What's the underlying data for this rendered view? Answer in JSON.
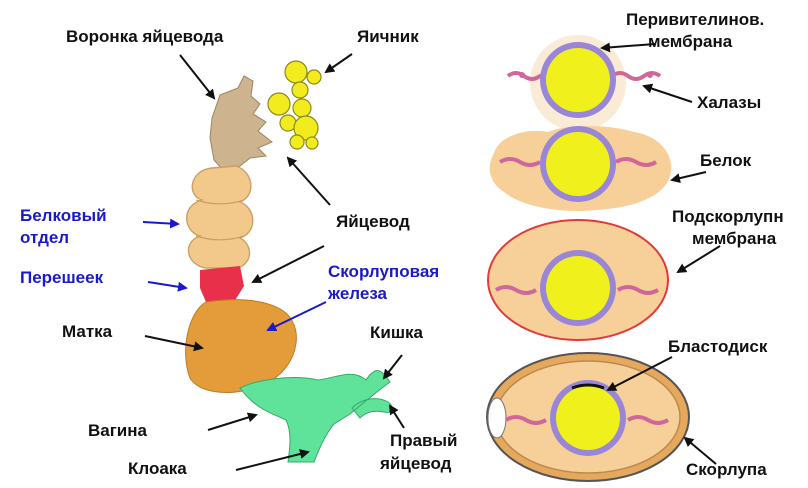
{
  "diagram": {
    "colors": {
      "ovary": "#f2ec1e",
      "infundibulum": "#cdb48f",
      "magnum": "#f3c98b",
      "isthmus": "#e8304a",
      "uterus": "#e49c3a",
      "vagina_cloaca": "#5fe39a",
      "albumen": "#f7cf99",
      "membrane": "#9a86d6",
      "yolk": "#f0f01c",
      "chalaza": "#d0679a",
      "shell_membrane_line": "#e23a3a",
      "shell_outline": "#555555",
      "blue_label": "#1a1acc"
    },
    "labels": {
      "infundibulum": "Воронка яйцевода",
      "ovary": "Яичник",
      "magnum_line1": "Белковый",
      "magnum_line2": "отдел",
      "isthmus": "Перешеек",
      "oviduct": "Яйцевод",
      "shell_gland_line1": "Скорлуповая",
      "shell_gland_line2": "железа",
      "uterus": "Матка",
      "intestine": "Кишка",
      "vagina": "Вагина",
      "right_oviduct_line1": "Правый",
      "right_oviduct_line2": "яйцевод",
      "cloaca": "Клоака",
      "vitelline_line1": "Перивителинов.",
      "vitelline_line2": "мембрана",
      "chalazae": "Халазы",
      "albumen": "Белок",
      "shell_membrane_line1": "Подскорлупн",
      "shell_membrane_line2": "мембрана",
      "blastodisc": "Бластодиск",
      "shell": "Скорлупа"
    }
  }
}
